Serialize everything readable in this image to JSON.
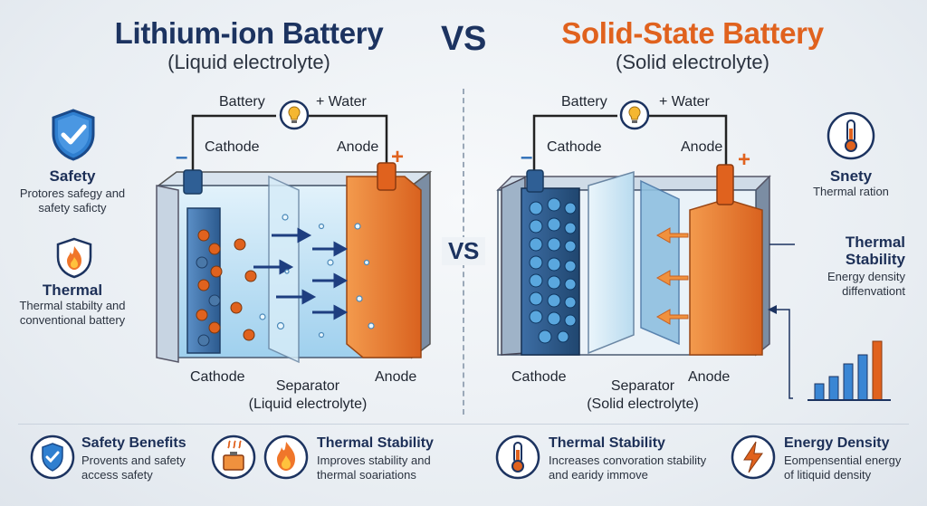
{
  "header": {
    "left_title": "Lithium-ion Battery",
    "left_subtitle": "(Liquid electrolyte)",
    "vs_top": "VS",
    "vs_mid": "VS",
    "right_title": "Solid-State Battery",
    "right_subtitle": "(Solid electrolyte)"
  },
  "left_diagram": {
    "circuit_left": "Battery",
    "circuit_right": "+ Water",
    "minus": "–",
    "plus": "+",
    "top_cathode": "Cathode",
    "top_anode": "Anode",
    "bottom_cathode": "Cathode",
    "separator": "Separator",
    "separator_sub": "(Liquid electrolyte)",
    "bottom_anode": "Anode"
  },
  "right_diagram": {
    "circuit_left": "Battery",
    "circuit_right": "+ Water",
    "minus": "–",
    "plus": "+",
    "top_cathode": "Cathode",
    "top_anode": "Anode",
    "bottom_cathode": "Cathode",
    "separator": "Separator",
    "separator_sub": "(Solid electrolyte)",
    "bottom_anode": "Anode"
  },
  "left_side": {
    "safety_title": "Safety",
    "safety_text": "Protores safegy and safety saficty",
    "thermal_title": "Thermal",
    "thermal_text": "Thermal stabilty and conventional battery"
  },
  "right_side": {
    "snety_title": "Snety",
    "snety_text": "Thermal ration",
    "thermal_title": "Thermal Stability",
    "thermal_text": "Energy density diffenvationt"
  },
  "footer": {
    "f1_title": "Safety Benefits",
    "f1_text1": "Provents and safety",
    "f1_text2": "access safety",
    "f2_title": "Thermal Stability",
    "f2_text1": "Improves stability and",
    "f2_text2": "thermal soariations",
    "f3_title": "Thermal Stability",
    "f3_text1": "Increases convoration stability",
    "f3_text2": "and earidy immove",
    "f4_title": "Energy Density",
    "f4_text1": "Eompensential energy",
    "f4_text2": "of litiquid density"
  },
  "colors": {
    "navy": "#1c3360",
    "orange": "#e0621e",
    "blue": "#2f6fb8",
    "light_blue": "#bfe1f3",
    "cathode_blue": "#2f5f95",
    "anode_orange": "#ee7d30"
  },
  "icons": {
    "left_top": "shield-check-icon",
    "left_mid": "flame-shield-icon",
    "right_top": "thermometer-icon",
    "right_bottom": "bar-chart-icon",
    "bulb": "lightbulb-icon"
  }
}
